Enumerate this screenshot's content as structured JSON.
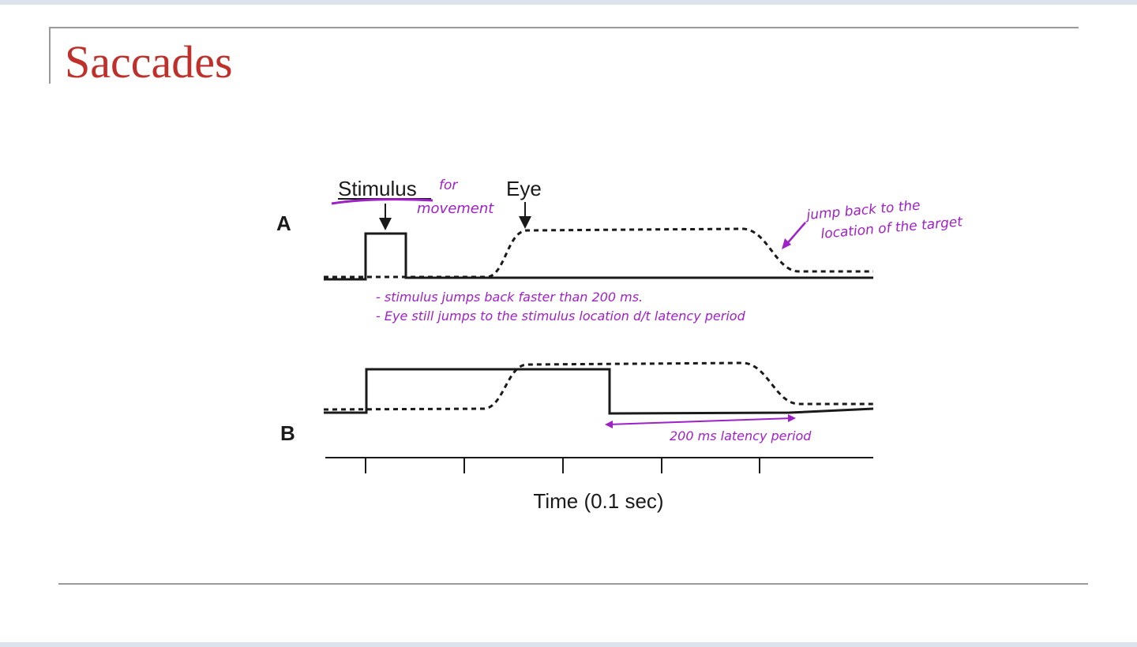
{
  "slide": {
    "title": "Saccades"
  },
  "diagram": {
    "panel_a_label": "A",
    "panel_b_label": "B",
    "stimulus_label": "Stimulus",
    "eye_label": "Eye",
    "x_axis_label": "Time (0.1 sec)",
    "annotations": {
      "for_movement_line1": "for",
      "for_movement_line2": "movement",
      "jump_back_line1": "jump back to the",
      "jump_back_line2": "location of the target",
      "stimulus_note_line1": "- stimulus jumps back faster than 200 ms.",
      "stimulus_note_line2": "- Eye still jumps to the stimulus location d/t latency period",
      "latency_note": "200 ms latency period"
    },
    "colors": {
      "annotation": "#a020c8",
      "trace": "#1a1a1a",
      "title": "#c0302b"
    }
  }
}
